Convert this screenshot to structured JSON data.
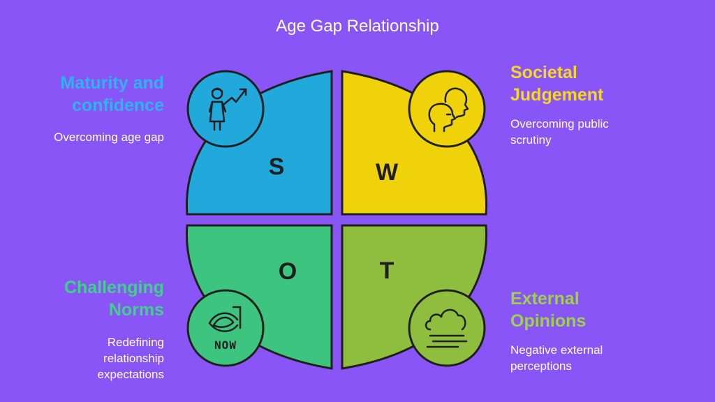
{
  "title": "Age Gap Relationship",
  "colors": {
    "background": "#8a55f7",
    "strengths": "#22a9dc",
    "weaknesses": "#f0d20a",
    "opportunities": "#3dc47e",
    "threats": "#8fbe3f",
    "outline": "#1f1f1f"
  },
  "quadrants": {
    "strengths": {
      "letter": "S",
      "heading": "Maturity and confidence",
      "description": "Overcoming age gap",
      "icon": "person-growth-arrow-icon"
    },
    "weaknesses": {
      "letter": "W",
      "heading": "Societal Judgement",
      "description": "Overcoming public scrutiny",
      "icon": "two-heads-profile-icon"
    },
    "opportunities": {
      "letter": "O",
      "heading": "Challenging Norms",
      "description": "Redefining relationship expectations",
      "icon": "nvidia-now-logo-icon",
      "icon_text": "NOW"
    },
    "threats": {
      "letter": "T",
      "heading": "External Opinions",
      "description": "Negative external perceptions",
      "icon": "cloud-fog-icon"
    }
  }
}
